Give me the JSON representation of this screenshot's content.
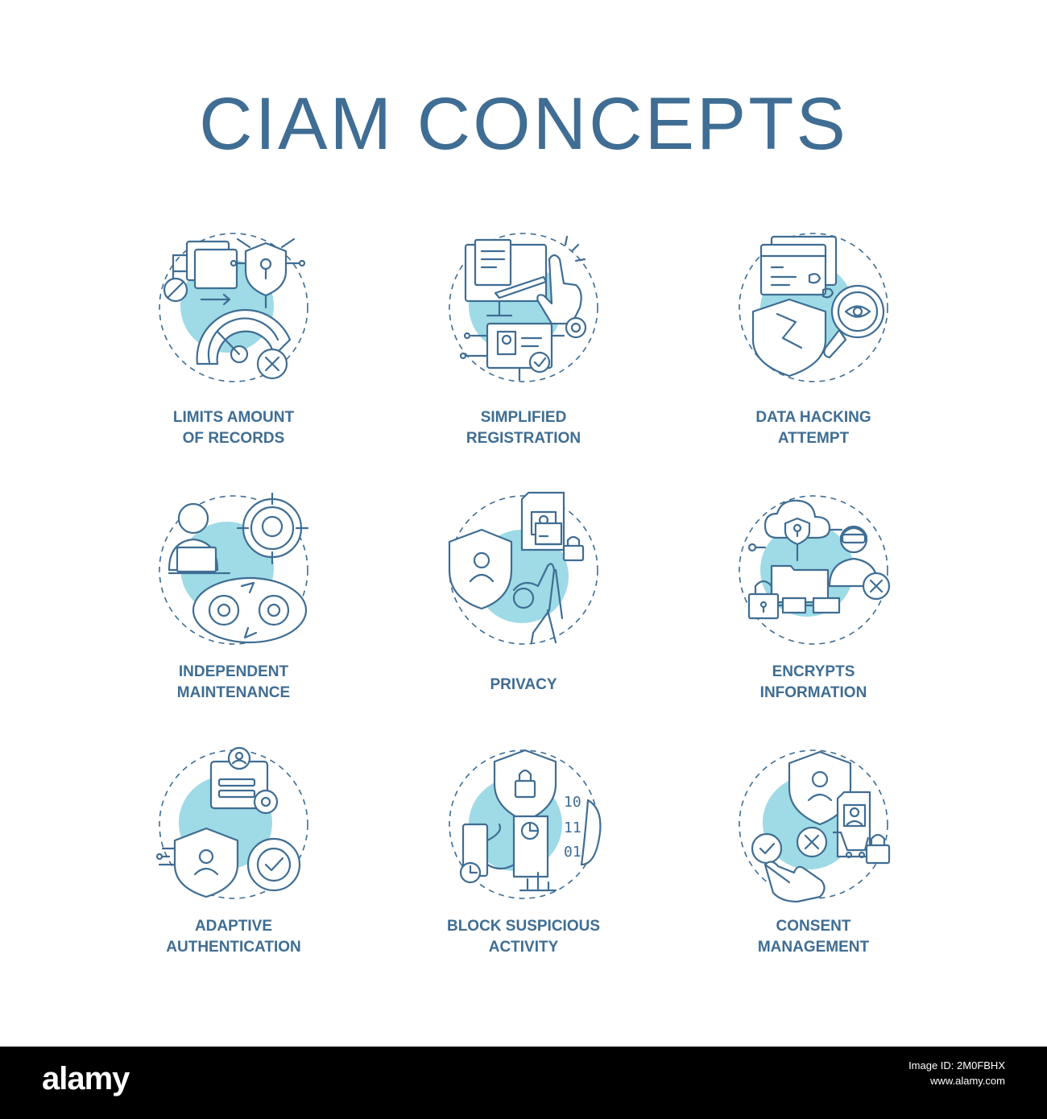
{
  "title": "CIAM CONCEPTS",
  "items": [
    {
      "label": "LIMITS AMOUNT\nOF RECORDS",
      "icon": "limit-records-icon"
    },
    {
      "label": "SIMPLIFIED\nREGISTRATION",
      "icon": "registration-icon"
    },
    {
      "label": "DATA HACKING\nATTEMPT",
      "icon": "hacking-attempt-icon"
    },
    {
      "label": "INDEPENDENT\nMAINTENANCE",
      "icon": "maintenance-icon"
    },
    {
      "label": "PRIVACY",
      "icon": "privacy-icon"
    },
    {
      "label": "ENCRYPTS\nINFORMATION",
      "icon": "encryption-icon"
    },
    {
      "label": "ADAPTIVE\nAUTHENTICATION",
      "icon": "authentication-icon"
    },
    {
      "label": "BLOCK SUSPICIOUS\nACTIVITY",
      "icon": "block-activity-icon"
    },
    {
      "label": "CONSENT\nMANAGEMENT",
      "icon": "consent-icon"
    }
  ],
  "footer": {
    "brand": "alamy",
    "image_id": "Image ID: 2M0FBHX",
    "site": "www.alamy.com"
  },
  "colors": {
    "text": "#3f6d93",
    "accent": "#9edbe6",
    "footer_bg": "#000000"
  }
}
